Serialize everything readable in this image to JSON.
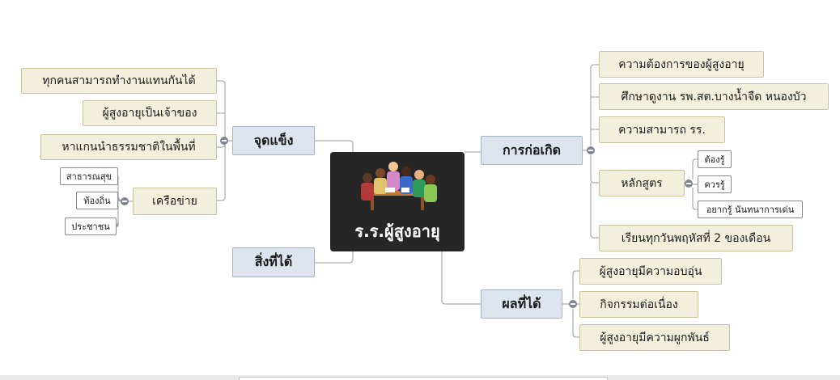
{
  "central": {
    "title": "ร.ร.ผู้สูงอายุ"
  },
  "left": {
    "strengths": {
      "label": "จุดแข็ง",
      "items": [
        "ทุกคนสามารถทำงานแทนกันได้",
        "ผู้สูงอายุเป็นเจ้าของ",
        "หาแกนนำธรรมชาติในพื้นที่"
      ],
      "network": {
        "label": "เครือข่าย",
        "items": [
          "สาธารณสุข",
          "ท้องถิ่น",
          "ประชาชน"
        ]
      }
    },
    "gains": {
      "label": "สิ่งที่ได้"
    }
  },
  "right": {
    "origin": {
      "label": "การก่อเกิด",
      "items": [
        "ความต้องการของผู้สูงอายุ",
        "ศึกษาดูงาน รพ.สต.บางน้ำจืด หนองบัว",
        "ความสามารถ รร."
      ],
      "curriculum": {
        "label": "หลักสูตร",
        "items": [
          "ต้องรู้",
          "ควรรู้",
          "อยากรู้ นันทนาการเด่น"
        ]
      },
      "schedule": "เรียนทุกวันพฤหัสที่ 2 ของเดือน"
    },
    "results": {
      "label": "ผลที่ได้",
      "items": [
        "ผู้สูงอายุมีความอบอุ่น",
        "กิจกรรมต่อเนื่อง",
        "ผู้สูงอายุมีความผูกพันธ์"
      ]
    }
  }
}
